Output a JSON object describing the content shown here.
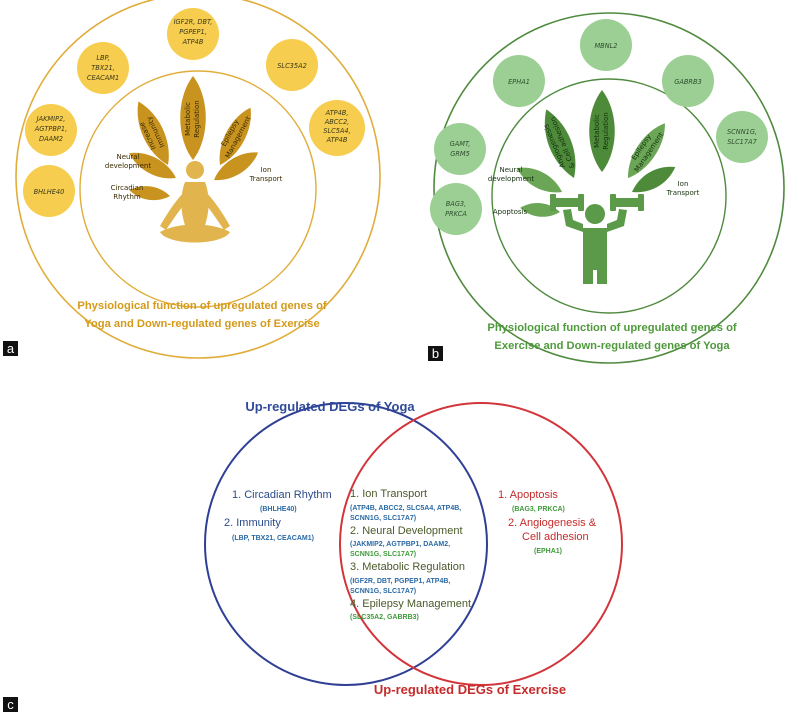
{
  "panel_a": {
    "label": "a",
    "genes": [
      "IGF2R, DBT,",
      "PGPEP1,",
      "ATP4B",
      "LBP,",
      "TBX21,",
      "CEACAM1",
      "SLC35A2",
      "JAKMIP2,",
      "AGTPBP1,",
      "DAAM2",
      "ATP4B,",
      "ABCC2,",
      "SLC5A4,",
      "ATP4B",
      "BHLHE40"
    ],
    "leaves": [
      "Metabolic",
      "Regulation",
      "Increase",
      "Immunity",
      "Epilepsy",
      "Management",
      "Neural",
      "development",
      "Ion",
      "Transport",
      "Circadian",
      "Rhythm"
    ],
    "caption_line1": "Physiological function of upregulated genes of",
    "caption_line2": "Yoga and Down-regulated genes of Exercise"
  },
  "panel_b": {
    "label": "b",
    "genes": [
      "MBNL2",
      "EPHA1",
      "GABRB3",
      "GAMT,",
      "GRM5",
      "SCNN1G,",
      "SLC17A7",
      "BAG3,",
      "PRKCA"
    ],
    "leaves": [
      "Metabolic",
      "Regulation",
      "Angiogenesis",
      "& Cell adhesion",
      "Epilepsy",
      "Management",
      "Neural",
      "development",
      "Ion",
      "Transport",
      "Apoptosis"
    ],
    "caption_line1": "Physiological function of upregulated genes of",
    "caption_line2": "Exercise and Down-regulated genes of Yoga"
  },
  "panel_c": {
    "label": "c",
    "title_yoga": "Up-regulated DEGs of Yoga",
    "title_exercise": "Up-regulated DEGs of Exercise",
    "left": {
      "item1": "1. Circadian Rhythm",
      "genes1": "(BHLHE40)",
      "item2": "2. Immunity",
      "genes2": "(LBP, TBX21, CEACAM1)"
    },
    "middle": {
      "item1": "1. Ion Transport",
      "genes1a": "(ATP4B, ABCC2, SLC5A4, ATP4B,",
      "genes1b": "SCNN1G, SLC17A7)",
      "item2": "2. Neural Development",
      "genes2a": "(JAKMIP2, AGTPBP1, DAAM2,",
      "genes2b": "SCNN1G, SLC17A7)",
      "item3": "3. Metabolic Regulation",
      "genes3a": "(IGF2R, DBT, PGPEP1, ATP4B,",
      "genes3b": "SCNN1G, SLC17A7)",
      "item4": "4. Epilepsy Management",
      "genes4": "(SLC35A2, GABRB3)"
    },
    "right": {
      "item1": "1.   Apoptosis",
      "genes1": "(BAG3, PRKCA)",
      "item2a": "2. Angiogenesis &",
      "item2b": "Cell adhesion",
      "genes2": "(EPHA1)"
    }
  },
  "colors": {
    "yoga_gold": "#e0ad3a",
    "gene_circle_yellow": "#f7cd4f",
    "leaf_gold": "#c8941f",
    "exercise_green": "#5a9a48",
    "gene_circle_green": "#9ccf94",
    "leaf_green": "#4d8b3a",
    "venn_blue": "#2f3f95",
    "venn_red": "#d2353a"
  }
}
